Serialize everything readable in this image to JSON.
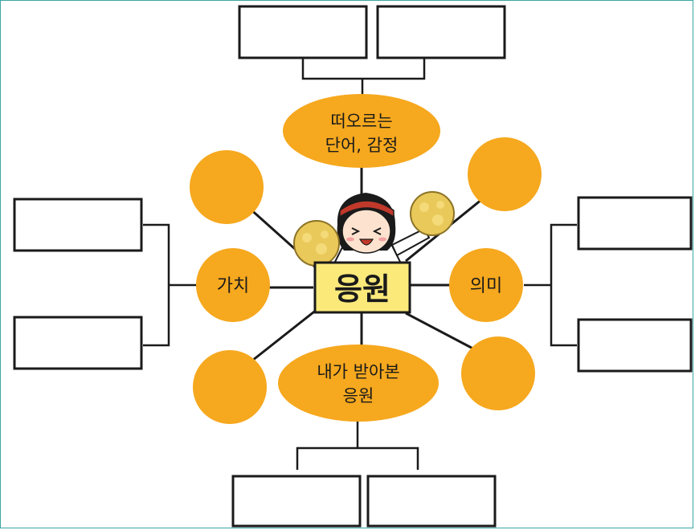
{
  "center": {
    "label": "응원"
  },
  "nodes": {
    "top": {
      "line1": "떠오르는",
      "line2": "단어, 감정"
    },
    "bottom": {
      "line1": "내가 받아본",
      "line2": "응원"
    },
    "left": {
      "label": "가치"
    },
    "right": {
      "label": "의미"
    }
  },
  "colors": {
    "accent": "#F6A81E",
    "center_fill": "#FBE97A",
    "line": "#1a1a1a",
    "frame": "#3aa6a6",
    "pompom": "#E9C95A"
  },
  "icons": [
    "cheerleader-illustration",
    "pompom-icon"
  ]
}
